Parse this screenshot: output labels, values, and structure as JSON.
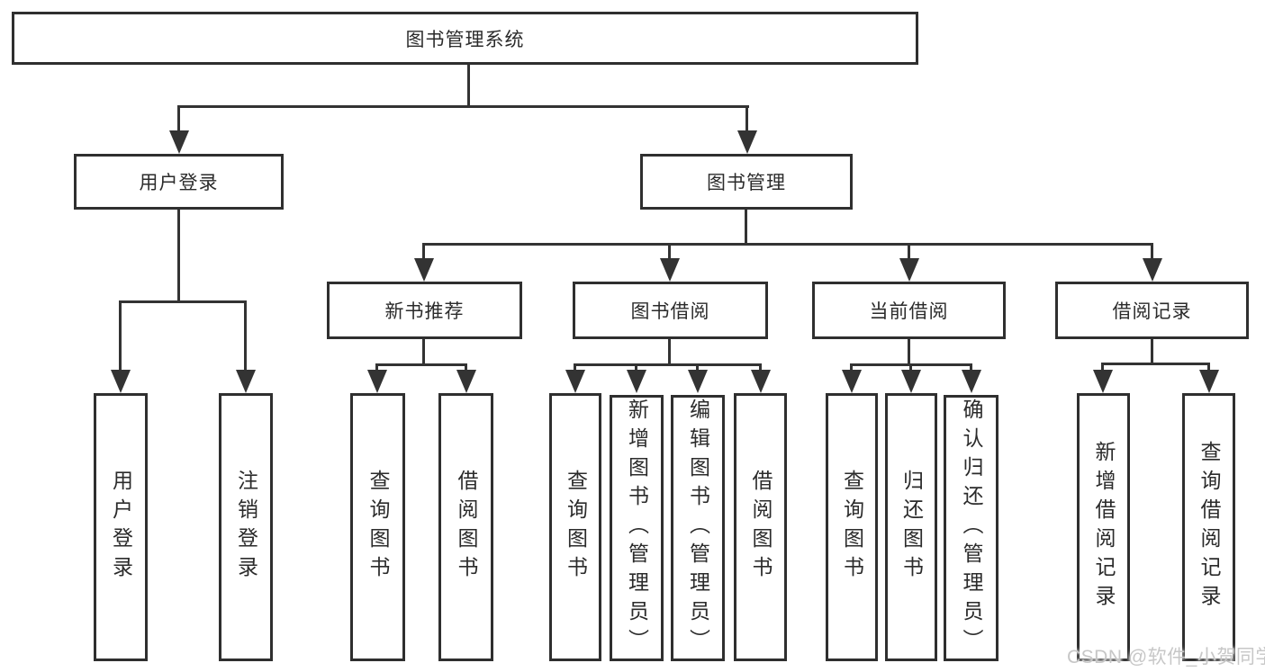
{
  "diagram_type": "hierarchy-tree",
  "tree": {
    "label": "图书管理系统",
    "children": [
      {
        "label": "用户登录",
        "children": [
          {
            "label": "用户登录"
          },
          {
            "label": "注销登录"
          }
        ]
      },
      {
        "label": "图书管理",
        "children": [
          {
            "label": "新书推荐",
            "children": [
              {
                "label": "查询图书"
              },
              {
                "label": "借阅图书"
              }
            ]
          },
          {
            "label": "图书借阅",
            "children": [
              {
                "label": "查询图书"
              },
              {
                "label": "新增图书（管理员）"
              },
              {
                "label": "编辑图书（管理员）"
              },
              {
                "label": "借阅图书"
              }
            ]
          },
          {
            "label": "当前借阅",
            "children": [
              {
                "label": "查询图书"
              },
              {
                "label": "归还图书"
              },
              {
                "label": "确认归还（管理员）"
              }
            ]
          },
          {
            "label": "借阅记录",
            "children": [
              {
                "label": "新增借阅记录"
              },
              {
                "label": "查询借阅记录"
              }
            ]
          }
        ]
      }
    ]
  },
  "watermark": "CSDN @软件_小贺同学",
  "colors": {
    "background": "#ffffff",
    "box_border": "#2f2f2f",
    "line": "#333333",
    "text": "#2b2b2b",
    "watermark": "#c7c7c7"
  }
}
